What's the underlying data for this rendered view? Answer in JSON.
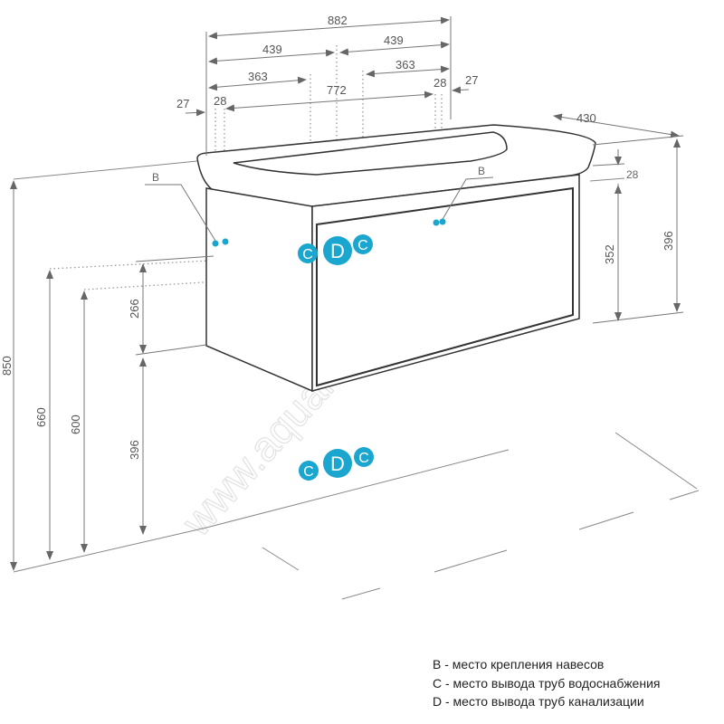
{
  "dimensions": {
    "overall_width": "882",
    "half_left": "439",
    "half_right": "439",
    "pipe_left": "363",
    "pipe_right": "363",
    "mount_spacing": "772",
    "offset_left_27": "27",
    "offset_left_28": "28",
    "offset_right_28": "28",
    "offset_right_27": "27",
    "depth": "430",
    "top_gap": "28",
    "cabinet_height": "352",
    "total_unit_height": "396",
    "overall_height": "850",
    "supply_height": "660",
    "drain_height": "600",
    "mount_to_bottom": "266",
    "floor_clearance": "396"
  },
  "markers": {
    "mount_left": "B",
    "mount_right": "B",
    "supply": "C",
    "drain": "D"
  },
  "watermark": "www.aquamir.ru",
  "legend": [
    "B - место крепления навесов",
    "C - место вывода труб водоснабжения",
    "D - место вывода труб канализации"
  ],
  "colors": {
    "marker": "#1aa6cf",
    "line": "#333333",
    "dim": "#777777"
  }
}
